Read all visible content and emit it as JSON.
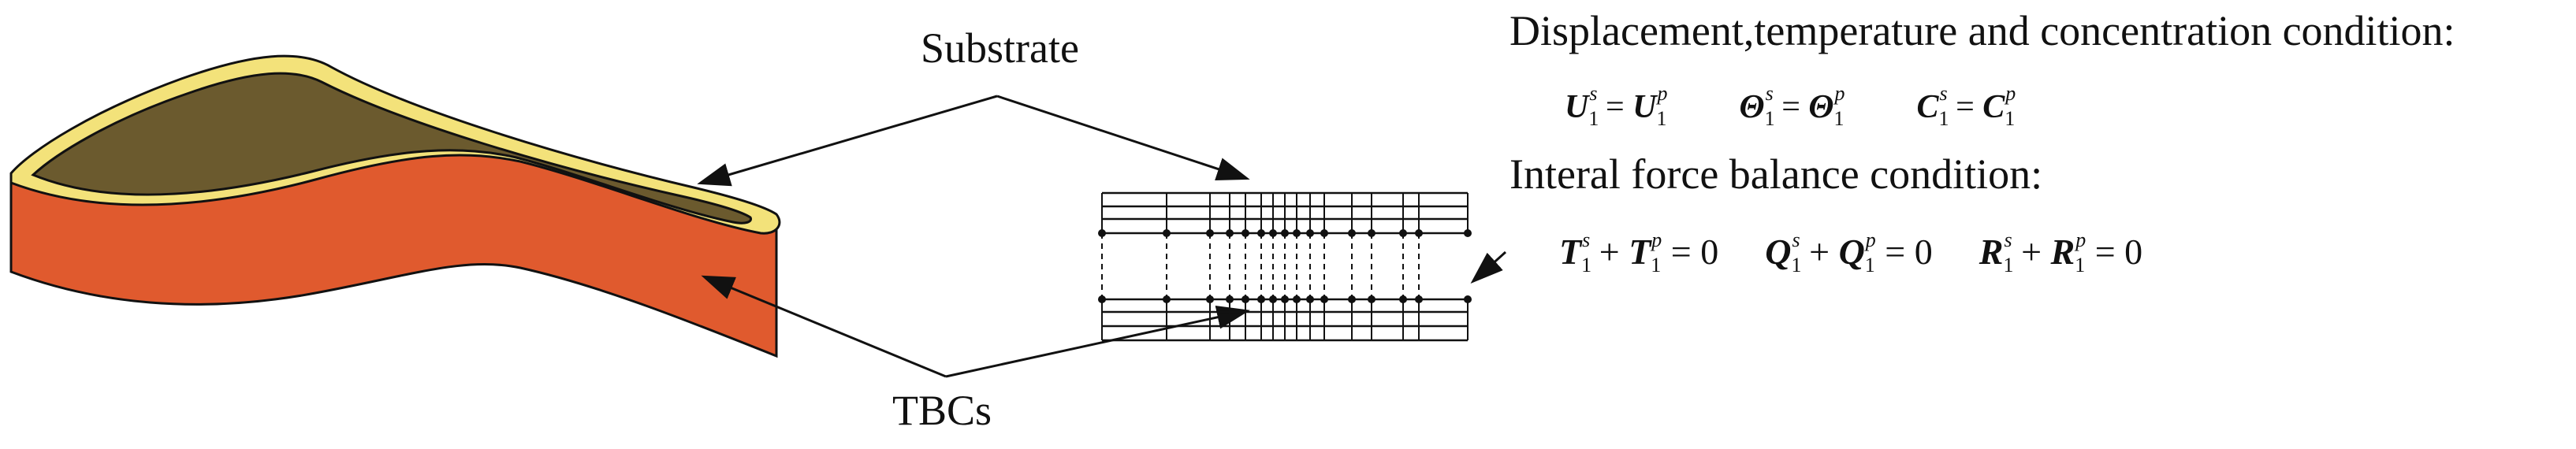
{
  "labels": {
    "substrate": "Substrate",
    "tbcs": "TBCs",
    "cond1_title": "Displacement,temperature and concentration condition:",
    "cond2_title": "Interal force balance condition:"
  },
  "equations": {
    "u": {
      "lhs": "U",
      "lhs_sup": "s",
      "rhs": "U",
      "rhs_sup": "p",
      "sub": "1",
      "op": "="
    },
    "theta": {
      "lhs": "Θ",
      "lhs_sup": "s",
      "rhs": "Θ",
      "rhs_sup": "p",
      "sub": "1",
      "op": "="
    },
    "c": {
      "lhs": "C",
      "lhs_sup": "s",
      "rhs": "C",
      "rhs_sup": "p",
      "sub": "1",
      "op": "="
    },
    "t": {
      "a": "T",
      "a_sup": "s",
      "b": "T",
      "b_sup": "p",
      "sub": "1",
      "plus": "+",
      "eq": "= 0"
    },
    "q": {
      "a": "Q",
      "a_sup": "s",
      "b": "Q",
      "b_sup": "p",
      "sub": "1",
      "plus": "+",
      "eq": "= 0"
    },
    "r": {
      "a": "R",
      "a_sup": "s",
      "b": "R",
      "b_sup": "p",
      "sub": "1",
      "plus": "+",
      "eq": "= 0"
    }
  },
  "colors": {
    "substrate_top": "#6b5a2e",
    "coating_band": "#f3e27a",
    "tbc_side": "#e05a2e",
    "tbc_side_dark": "#c9461d",
    "outline": "#111111"
  }
}
